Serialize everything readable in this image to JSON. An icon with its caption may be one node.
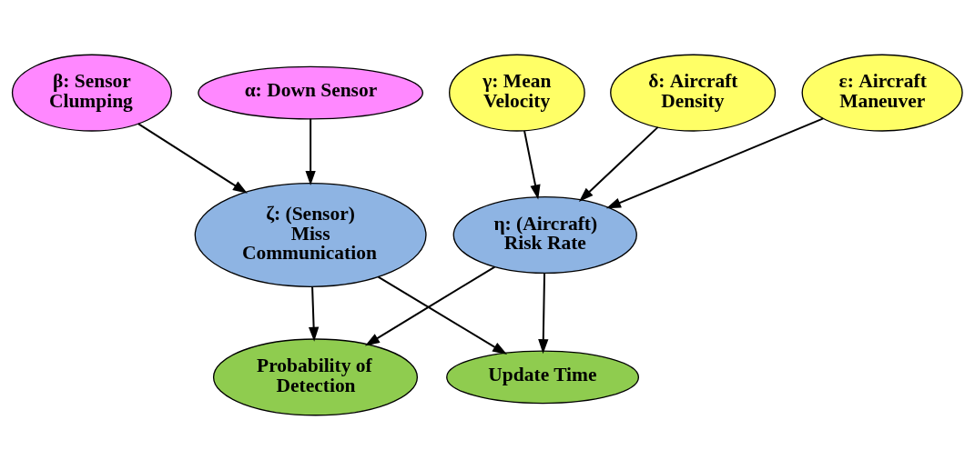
{
  "diagram": {
    "nodes": [
      {
        "text": [
          "α: Down Sensor"
        ]
      },
      {
        "text": [
          "β: Sensor Clumping"
        ]
      },
      {
        "text": [
          "γ: Mean Velocity"
        ]
      },
      {
        "text": [
          "δ: Aircraft Density"
        ]
      },
      {
        "text": [
          "ε: Aircraft Maneuver"
        ]
      },
      {
        "text": [
          "ζ: (Sensor) Miss Communication"
        ]
      },
      {
        "text": [
          "η: (Aircraft) Risk Rate"
        ]
      },
      {
        "text": [
          "Probability of Detection"
        ]
      },
      {
        "text": [
          "Update Time"
        ]
      }
    ],
    "edges": [
      {
        "from": 0,
        "to": 5,
        "arrow": "to"
      },
      {
        "from": 1,
        "to": 5,
        "arrow": "to"
      },
      {
        "from": 2,
        "to": 6,
        "arrow": "to"
      },
      {
        "from": 3,
        "to": 6,
        "arrow": "to"
      },
      {
        "from": 4,
        "to": 6,
        "arrow": "to"
      },
      {
        "from": 5,
        "to": 7,
        "arrow": "to"
      },
      {
        "from": 5,
        "to": 8,
        "arrow": "to"
      },
      {
        "from": 6,
        "to": 7,
        "arrow": "to"
      },
      {
        "from": 6,
        "to": 8,
        "arrow": "to"
      }
    ]
  }
}
